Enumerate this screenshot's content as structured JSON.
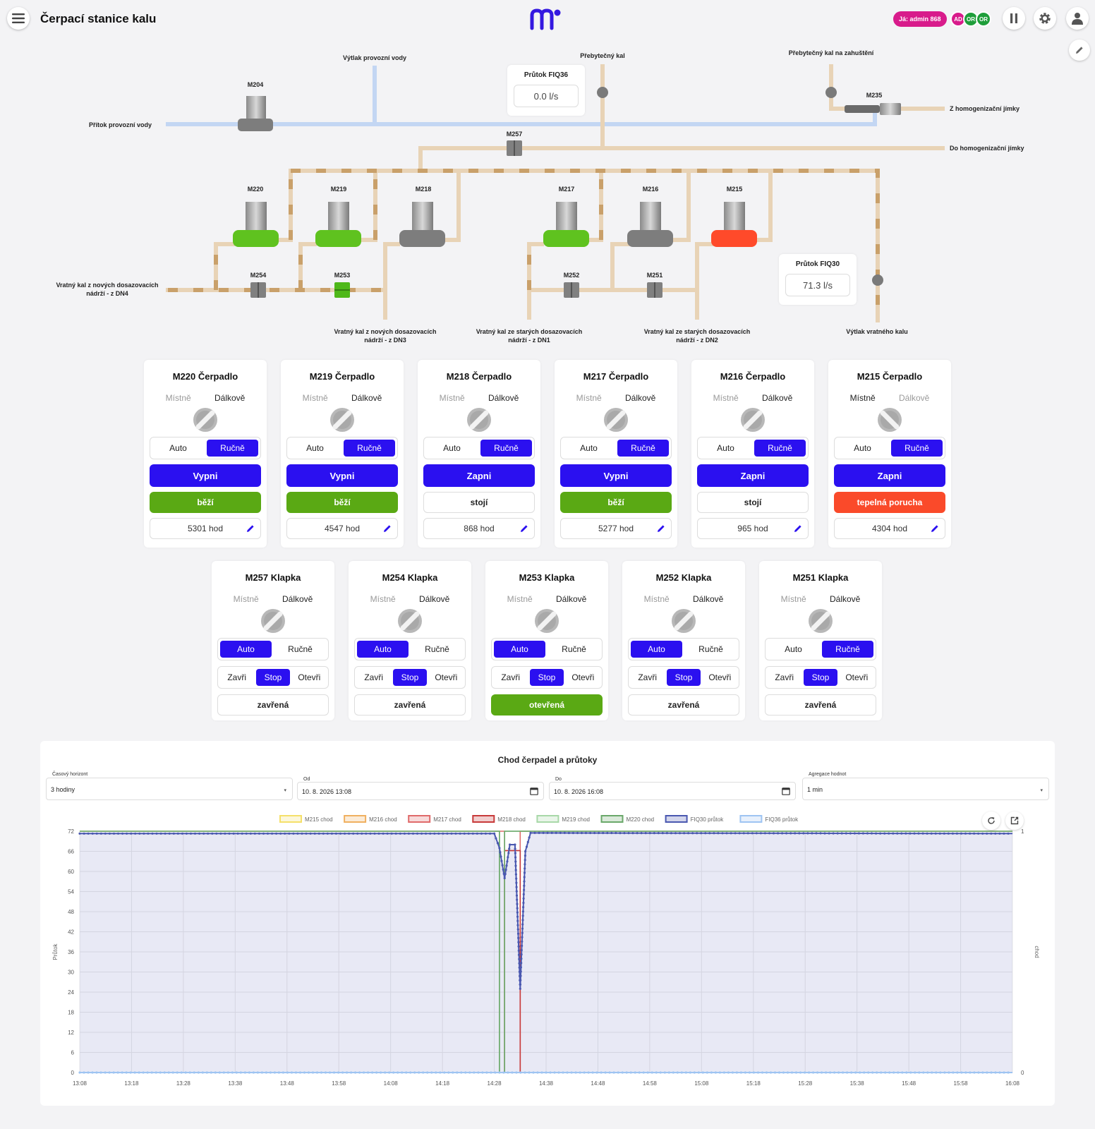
{
  "header": {
    "title": "Čerpací stanice kalu",
    "user_badge": "Já: admin 868",
    "avatars": [
      {
        "initials": "AD",
        "color": "#d81b8b"
      },
      {
        "initials": "OR",
        "color": "#1e9e3a"
      },
      {
        "initials": "OR",
        "color": "#1e9e3a"
      }
    ],
    "icons": [
      "menu-icon",
      "logo-m",
      "pause-icon",
      "gear-icon",
      "user-icon",
      "pencil-icon"
    ],
    "accent_color": "#2b10f0"
  },
  "diagram": {
    "labels": {
      "pritok_provozni_vody": "Přítok provozní vody",
      "vytlak_provozni_vody": "Výtlak provozní vody",
      "prebytecny_kal": "Přebytečný kal",
      "prebytecny_kal_zahusteni": "Přebytečný kal na zahuštění",
      "z_homogenizacni": "Z homogenizační jímky",
      "do_homogenizacni": "Do homogenizační jímky",
      "vratny_dn4_1": "Vratný kal z nových dosazovacích",
      "vratny_dn4_2": "nádrží - z DN4",
      "vratny_dn3_1": "Vratný kal z nových dosazovacích",
      "vratny_dn3_2": "nádrží - z DN3",
      "vratny_dn1_1": "Vratný kal ze starých dosazovacích",
      "vratny_dn1_2": "nádrží - z DN1",
      "vratny_dn2_1": "Vratný kal ze starých dosazovacích",
      "vratny_dn2_2": "nádrží - z DN2",
      "vytlak_vratneho": "Výtlak vratného kalu"
    },
    "device_tags": {
      "m204": "M204",
      "m235": "M235",
      "m257": "M257",
      "m220": "M220",
      "m219": "M219",
      "m218": "M218",
      "m217": "M217",
      "m216": "M216",
      "m215": "M215",
      "m254": "M254",
      "m253": "M253",
      "m252": "M252",
      "m251": "M251"
    },
    "flows": {
      "fiq36": {
        "title": "Průtok FIQ36",
        "value": "0.0 l/s"
      },
      "fiq30": {
        "title": "Průtok FIQ30",
        "value": "71.3 l/s"
      }
    },
    "colors": {
      "water": "#c3d6f3",
      "sludge": "#e8d3b6",
      "running": "#5fc21f",
      "fault": "#ff4a2a"
    }
  },
  "pumps": [
    {
      "title": "M220 Čerpadlo",
      "local": "Místně",
      "remote": "Dálkově",
      "auto": "Auto",
      "manual": "Ručně",
      "mode": "manual",
      "command": "Vypni",
      "status": "běží",
      "state": "run",
      "hours": "5301 hod"
    },
    {
      "title": "M219 Čerpadlo",
      "local": "Místně",
      "remote": "Dálkově",
      "auto": "Auto",
      "manual": "Ručně",
      "mode": "manual",
      "command": "Vypni",
      "status": "běží",
      "state": "run",
      "hours": "4547 hod"
    },
    {
      "title": "M218 Čerpadlo",
      "local": "Místně",
      "remote": "Dálkově",
      "auto": "Auto",
      "manual": "Ručně",
      "mode": "manual",
      "command": "Zapni",
      "status": "stojí",
      "state": "idle",
      "hours": "868 hod"
    },
    {
      "title": "M217 Čerpadlo",
      "local": "Místně",
      "remote": "Dálkově",
      "auto": "Auto",
      "manual": "Ručně",
      "mode": "manual",
      "command": "Vypni",
      "status": "běží",
      "state": "run",
      "hours": "5277 hod"
    },
    {
      "title": "M216 Čerpadlo",
      "local": "Místně",
      "remote": "Dálkově",
      "auto": "Auto",
      "manual": "Ručně",
      "mode": "manual",
      "command": "Zapni",
      "status": "stojí",
      "state": "idle",
      "hours": "965 hod"
    },
    {
      "title": "M215 Čerpadlo",
      "local": "Místně",
      "remote": "Dálkově",
      "auto": "Auto",
      "manual": "Ručně",
      "mode": "manual",
      "command": "Zapni",
      "status": "tepelná porucha",
      "state": "fault",
      "hours": "4304 hod",
      "local_active": true
    }
  ],
  "valves": [
    {
      "title": "M257 Klapka",
      "local": "Místně",
      "remote": "Dálkově",
      "auto": "Auto",
      "manual": "Ručně",
      "mode": "auto",
      "close": "Zavři",
      "stop": "Stop",
      "open": "Otevři",
      "status": "zavřená",
      "state": "idle"
    },
    {
      "title": "M254 Klapka",
      "local": "Místně",
      "remote": "Dálkově",
      "auto": "Auto",
      "manual": "Ručně",
      "mode": "auto",
      "close": "Zavři",
      "stop": "Stop",
      "open": "Otevři",
      "status": "zavřená",
      "state": "idle"
    },
    {
      "title": "M253 Klapka",
      "local": "Místně",
      "remote": "Dálkově",
      "auto": "Auto",
      "manual": "Ručně",
      "mode": "auto",
      "close": "Zavři",
      "stop": "Stop",
      "open": "Otevři",
      "status": "otevřená",
      "state": "run"
    },
    {
      "title": "M252 Klapka",
      "local": "Místně",
      "remote": "Dálkově",
      "auto": "Auto",
      "manual": "Ručně",
      "mode": "auto",
      "close": "Zavři",
      "stop": "Stop",
      "open": "Otevři",
      "status": "zavřená",
      "state": "idle"
    },
    {
      "title": "M251 Klapka",
      "local": "Místně",
      "remote": "Dálkově",
      "auto": "Auto",
      "manual": "Ručně",
      "mode": "manual",
      "close": "Zavři",
      "stop": "Stop",
      "open": "Otevři",
      "status": "zavřená",
      "state": "idle"
    }
  ],
  "chart_panel": {
    "title": "Chod čerpadel a průtoky",
    "horizon": {
      "label": "Časový horizont",
      "value": "3 hodiny"
    },
    "from": {
      "label": "Od",
      "value": "10. 8. 2026 13:08"
    },
    "to": {
      "label": "Do",
      "value": "10. 8. 2026 16:08"
    },
    "aggregation": {
      "label": "Agregace hodnot",
      "value": "1 min"
    }
  },
  "chart_data": {
    "type": "line",
    "title": "Chod čerpadel a průtoky",
    "ylabel": "Průtok",
    "y2label": "chod",
    "ylim": [
      0,
      72
    ],
    "yticks": [
      0,
      6,
      12,
      18,
      24,
      30,
      36,
      42,
      48,
      54,
      60,
      66,
      72
    ],
    "y2lim": [
      0,
      1
    ],
    "y2ticks": [
      0,
      1
    ],
    "xlim": [
      "13:08",
      "16:08"
    ],
    "xticks": [
      "13:08",
      "13:18",
      "13:28",
      "13:38",
      "13:48",
      "13:58",
      "14:08",
      "14:18",
      "14:28",
      "14:38",
      "14:48",
      "14:58",
      "15:08",
      "15:18",
      "15:28",
      "15:38",
      "15:48",
      "15:58",
      "16:08"
    ],
    "grid": true,
    "legend_position": "top",
    "series": [
      {
        "name": "M215 chod",
        "color": "#f5e06a",
        "axis": "y2",
        "points": [
          [
            "13:08",
            0
          ],
          [
            "16:08",
            0
          ]
        ]
      },
      {
        "name": "M216 chod",
        "color": "#f0b060",
        "axis": "y2",
        "points": [
          [
            "13:08",
            0
          ],
          [
            "16:08",
            0
          ]
        ]
      },
      {
        "name": "M217 chod",
        "color": "#e06a6a",
        "axis": "y2",
        "points": [
          [
            "13:08",
            1
          ],
          [
            "14:30",
            1
          ],
          [
            "14:30",
            0
          ],
          [
            "14:33",
            0
          ],
          [
            "14:33",
            1
          ],
          [
            "16:08",
            1
          ]
        ]
      },
      {
        "name": "M218 chod",
        "color": "#c83a3a",
        "axis": "y2",
        "points": [
          [
            "13:08",
            0
          ],
          [
            "14:30",
            0
          ],
          [
            "14:30",
            0.92
          ],
          [
            "14:33",
            0.92
          ],
          [
            "14:33",
            0
          ],
          [
            "16:08",
            0
          ]
        ]
      },
      {
        "name": "M219 chod",
        "color": "#a8d8a8",
        "axis": "y2",
        "points": [
          [
            "13:08",
            1
          ],
          [
            "14:29",
            1
          ],
          [
            "14:29",
            0
          ],
          [
            "14:30",
            0
          ],
          [
            "14:30",
            1
          ],
          [
            "16:08",
            1
          ]
        ]
      },
      {
        "name": "M220 chod",
        "color": "#6aa86a",
        "axis": "y2",
        "points": [
          [
            "13:08",
            1
          ],
          [
            "14:29",
            1
          ],
          [
            "14:29",
            0
          ],
          [
            "14:30",
            0
          ],
          [
            "14:30",
            1
          ],
          [
            "16:08",
            1
          ]
        ]
      },
      {
        "name": "FIQ30 průtok",
        "color": "#4a58b0",
        "axis": "y",
        "fill": true,
        "points": [
          [
            "13:08",
            71.3
          ],
          [
            "14:28",
            71.3
          ],
          [
            "14:29",
            67
          ],
          [
            "14:30",
            58
          ],
          [
            "14:31",
            68
          ],
          [
            "14:32",
            68
          ],
          [
            "14:33",
            25
          ],
          [
            "14:34",
            66
          ],
          [
            "14:35",
            71.5
          ],
          [
            "16:08",
            71.3
          ]
        ]
      },
      {
        "name": "FIQ36 průtok",
        "color": "#9ec4f2",
        "axis": "y",
        "points": [
          [
            "13:08",
            0
          ],
          [
            "16:08",
            0
          ]
        ]
      }
    ]
  }
}
